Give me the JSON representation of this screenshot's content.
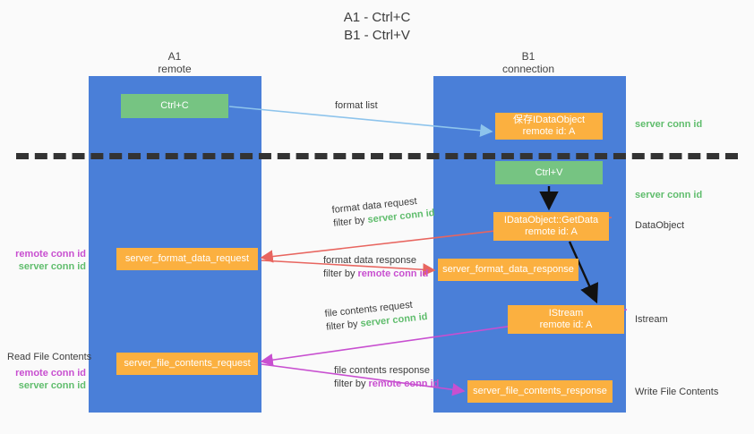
{
  "title": {
    "line1": "A1 - Ctrl+C",
    "line2": "B1 - Ctrl+V"
  },
  "columns": {
    "left": {
      "name": "A1",
      "role": "remote",
      "color": "#4a7fd8"
    },
    "right": {
      "name": "B1",
      "role": "connection",
      "color": "#4a7fd8"
    }
  },
  "colors": {
    "column_blue": "#4a7fd8",
    "node_green": "#76c482",
    "node_orange": "#fbb040",
    "server_conn_green": "#60bd6d",
    "remote_conn_purple": "#c84fd0",
    "arrow_lightblue": "#8ec4ec",
    "arrow_red": "#e8655f",
    "arrow_magenta": "#c84fd0",
    "arrow_black": "#111111",
    "divider_black": "#333333",
    "background": "#fafafa"
  },
  "nodes": {
    "ctrl_c": {
      "label": "Ctrl+C",
      "style": "green"
    },
    "data_object": {
      "line1": "保存IDataObject",
      "line2": "remote id: A",
      "style": "orange"
    },
    "ctrl_v": {
      "label": "Ctrl+V",
      "style": "green"
    },
    "get_data": {
      "line1": "IDataObject::GetData",
      "line2": "remote id: A",
      "style": "orange"
    },
    "format_data_request": {
      "label": "server_format_data_request",
      "style": "orange"
    },
    "format_data_response": {
      "label": "server_format_data_response",
      "style": "orange"
    },
    "istream": {
      "line1": "IStream",
      "line2": "remote id: A",
      "style": "orange"
    },
    "file_contents_request": {
      "label": "server_file_contents_request",
      "style": "orange"
    },
    "file_contents_response": {
      "label": "server_file_contents_response",
      "style": "orange"
    }
  },
  "arrow_labels": {
    "format_list": "format list",
    "format_data_request": {
      "line1": "format data request",
      "filter_prefix": "filter by ",
      "filter_key": "server conn id"
    },
    "format_data_response": {
      "line1": "format data response",
      "filter_prefix": "filter by ",
      "filter_key": "remote conn id"
    },
    "file_contents_request": {
      "line1": "file contents request",
      "filter_prefix": "filter by ",
      "filter_key": "server conn id"
    },
    "file_contents_response": {
      "line1": "file contents response",
      "filter_prefix": "filter by ",
      "filter_key": "remote conn id"
    }
  },
  "side_labels": {
    "server_conn_id_top": "server conn id",
    "server_conn_id_mid": "server conn id",
    "data_object": "DataObject",
    "istream": "Istream",
    "write_file_contents": "Write File Contents",
    "read_file_contents": "Read File Contents",
    "remote_conn_id": "remote conn id",
    "server_conn_id": "server conn id"
  }
}
